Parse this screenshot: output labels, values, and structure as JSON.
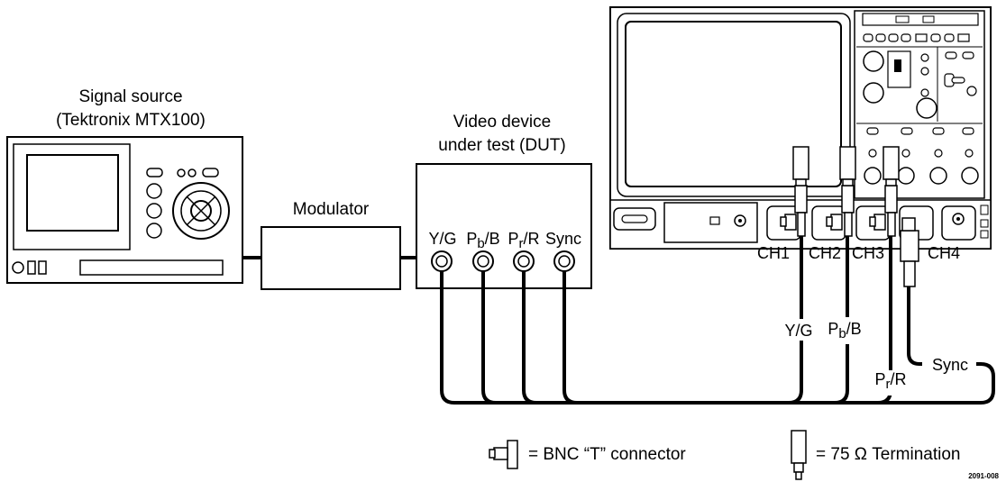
{
  "source": {
    "title": "Signal source",
    "model": "(Tektronix MTX100)"
  },
  "modulator": {
    "label": "Modulator"
  },
  "dut": {
    "title_line1": "Video device",
    "title_line2": "under test (DUT)",
    "ports": [
      {
        "id": "yg",
        "main": "Y/G",
        "sub": "",
        "rest": ""
      },
      {
        "id": "pb",
        "main": "P",
        "sub": "b",
        "rest": "/B"
      },
      {
        "id": "pr",
        "main": "P",
        "sub": "r",
        "rest": "/R"
      },
      {
        "id": "sync",
        "main": "Sync",
        "sub": "",
        "rest": ""
      }
    ]
  },
  "scope": {
    "channels": [
      "CH1",
      "CH2",
      "CH3",
      "CH4"
    ]
  },
  "cables": {
    "yg": {
      "main": "Y/G",
      "sub": "",
      "rest": ""
    },
    "pb": {
      "main": "P",
      "sub": "b",
      "rest": "/B"
    },
    "pr": {
      "main": "P",
      "sub": "r",
      "rest": "/R"
    },
    "sync": {
      "main": "Sync",
      "sub": "",
      "rest": ""
    }
  },
  "legend": {
    "bnc": "= BNC “T” connector",
    "term": "= 75 Ω Termination"
  },
  "figure_id": "2091-008"
}
